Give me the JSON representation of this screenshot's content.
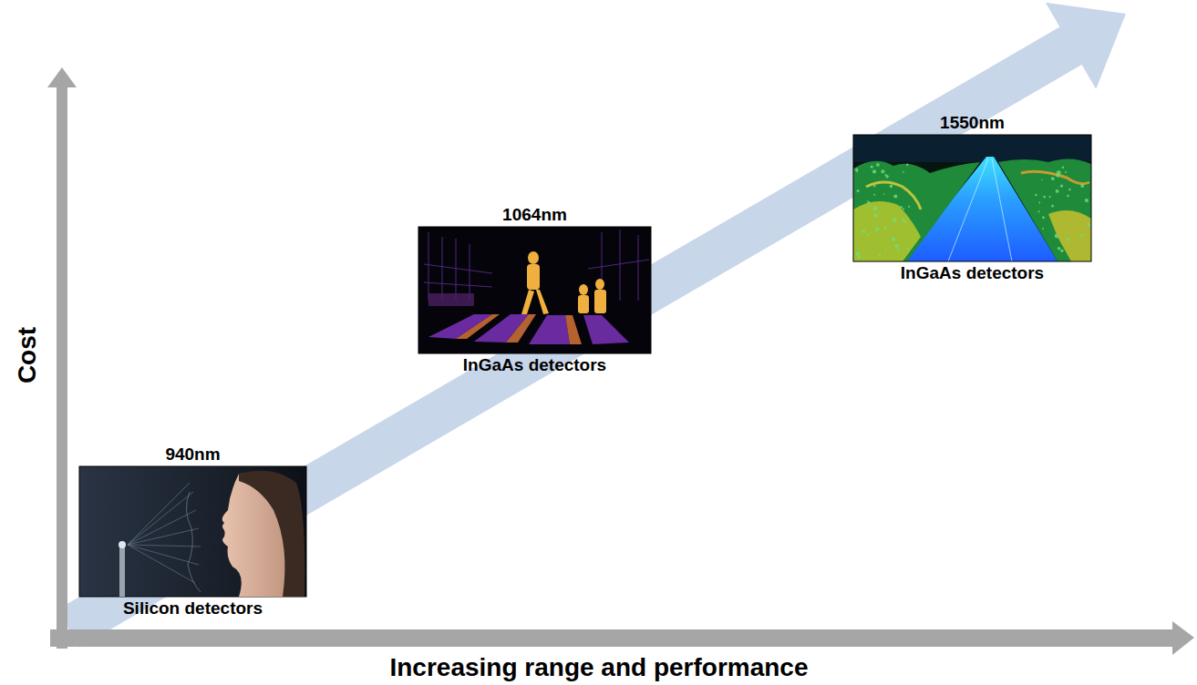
{
  "diagram": {
    "nodes": [
      {
        "text": [
          "940nm",
          "Silicon detectors"
        ]
      },
      {
        "text": [
          "1064nm",
          "InGaAs detectors"
        ]
      },
      {
        "text": [
          "1550nm",
          "InGaAs detectors"
        ]
      }
    ],
    "labels": [
      "Cost",
      "Increasing range and performance"
    ]
  }
}
